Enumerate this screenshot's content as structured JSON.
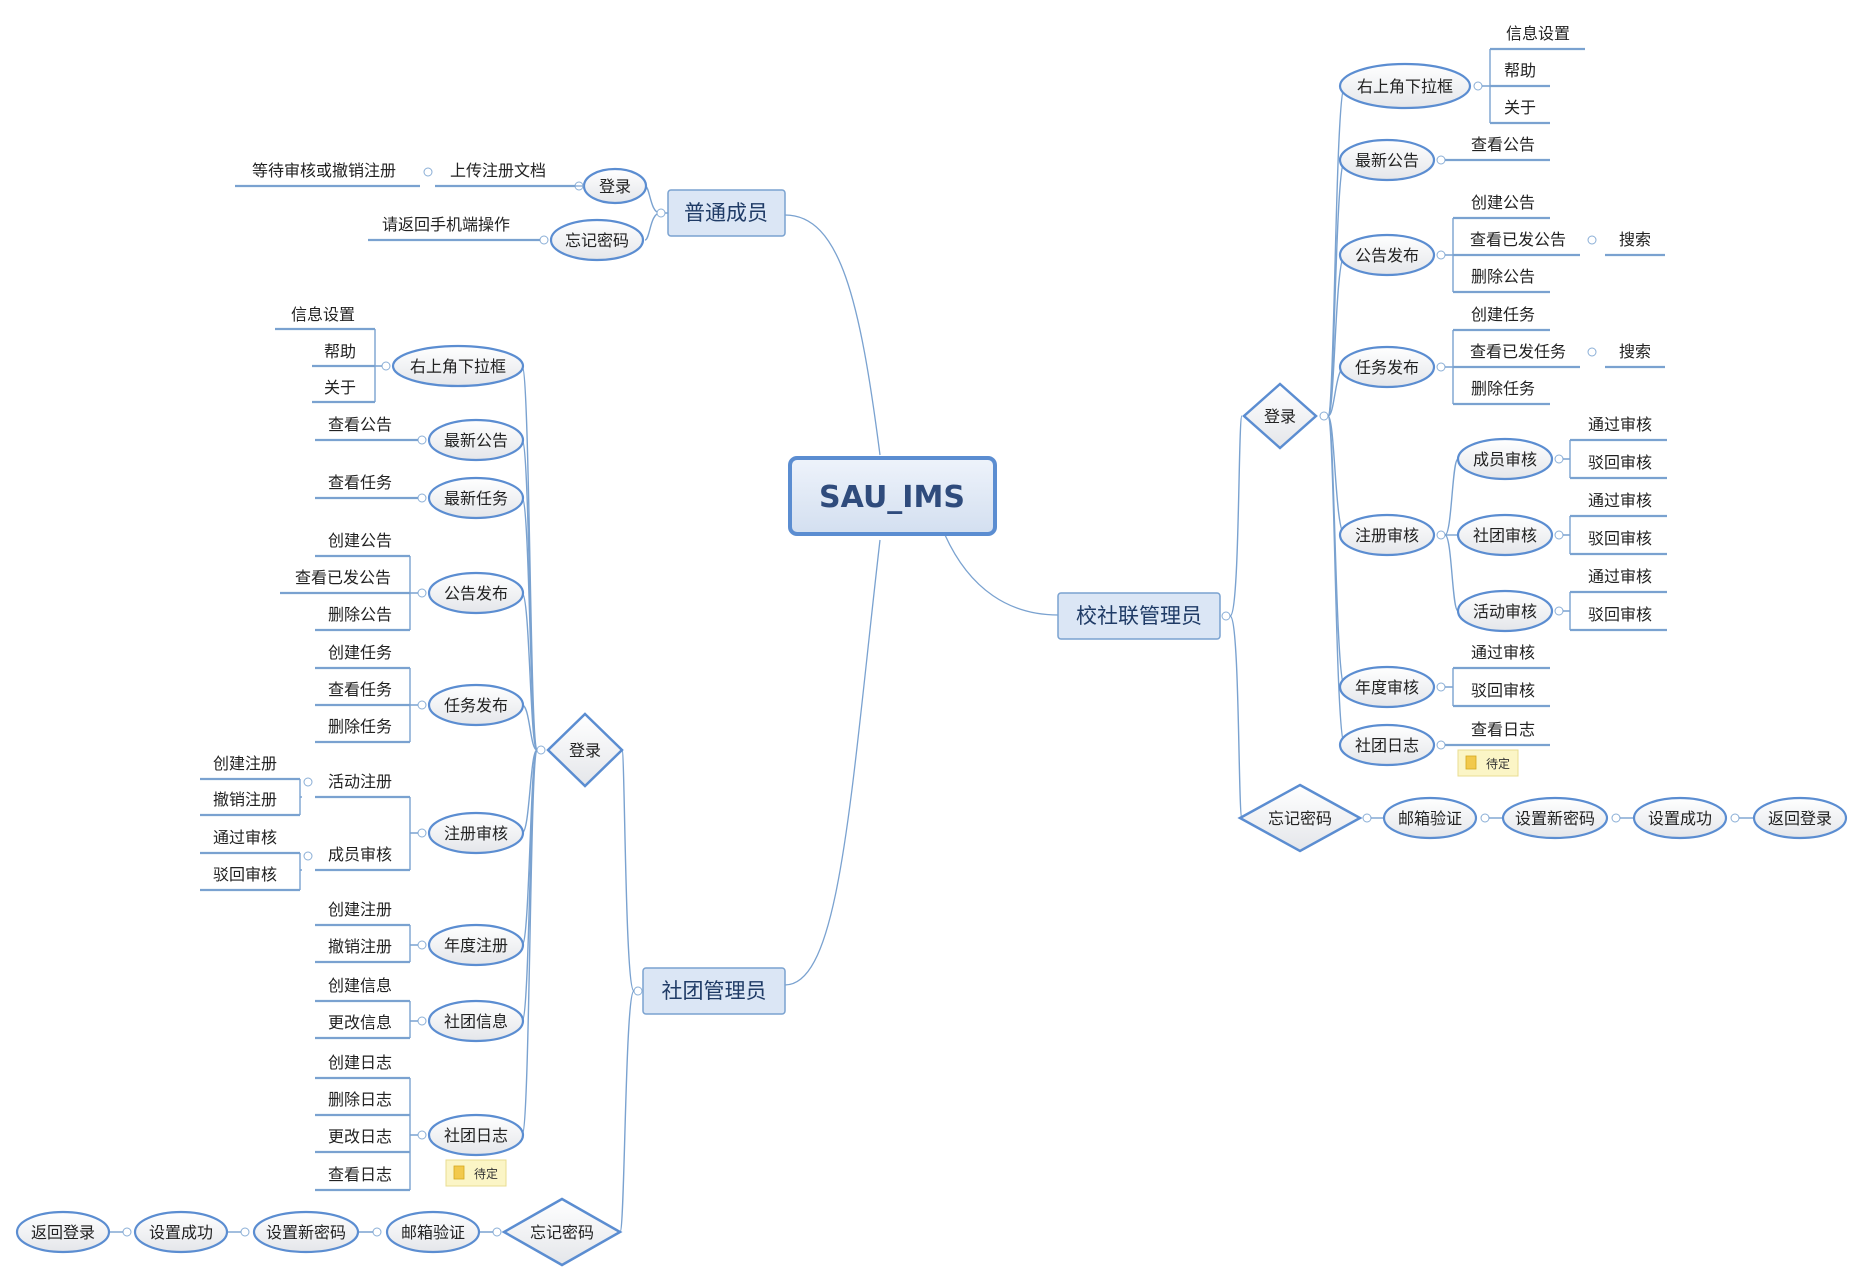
{
  "root": "SAU_IMS",
  "branches": {
    "member": {
      "title": "普通成员",
      "login": "登录",
      "upload_doc": "上传注册文档",
      "wait_review": "等待审核或撤销注册",
      "forgot": "忘记密码",
      "back_to_phone": "请返回手机端操作"
    },
    "union_admin": {
      "title": "校社联管理员",
      "login": "登录",
      "dropdown": {
        "label": "右上角下拉框",
        "items": [
          "信息设置",
          "帮助",
          "关于"
        ]
      },
      "latest_notice": {
        "label": "最新公告",
        "items": [
          "查看公告"
        ]
      },
      "notice_publish": {
        "label": "公告发布",
        "items": [
          "创建公告",
          "查看已发公告",
          "删除公告"
        ],
        "search": "搜索"
      },
      "task_publish": {
        "label": "任务发布",
        "items": [
          "创建任务",
          "查看已发任务",
          "删除任务"
        ],
        "search": "搜索"
      },
      "reg_review": {
        "label": "注册审核",
        "subs": [
          {
            "label": "成员审核",
            "items": [
              "通过审核",
              "驳回审核"
            ]
          },
          {
            "label": "社团审核",
            "items": [
              "通过审核",
              "驳回审核"
            ]
          },
          {
            "label": "活动审核",
            "items": [
              "通过审核",
              "驳回审核"
            ]
          }
        ]
      },
      "annual_review": {
        "label": "年度审核",
        "items": [
          "通过审核",
          "驳回审核"
        ]
      },
      "club_log": {
        "label": "社团日志",
        "items": [
          "查看日志"
        ],
        "note": "待定"
      },
      "forgot": {
        "label": "忘记密码",
        "steps": [
          "邮箱验证",
          "设置新密码",
          "设置成功",
          "返回登录"
        ]
      }
    },
    "club_admin": {
      "title": "社团管理员",
      "login": "登录",
      "dropdown": {
        "label": "右上角下拉框",
        "items": [
          "信息设置",
          "帮助",
          "关于"
        ]
      },
      "latest_notice": {
        "label": "最新公告",
        "items": [
          "查看公告"
        ]
      },
      "latest_task": {
        "label": "最新任务",
        "items": [
          "查看任务"
        ]
      },
      "notice_publish": {
        "label": "公告发布",
        "items": [
          "创建公告",
          "查看已发公告",
          "删除公告"
        ]
      },
      "task_publish": {
        "label": "任务发布",
        "items": [
          "创建任务",
          "查看任务",
          "删除任务"
        ]
      },
      "reg_review": {
        "label": "注册审核",
        "subs": [
          {
            "label": "活动注册",
            "items": [
              "创建注册",
              "撤销注册"
            ]
          },
          {
            "label": "成员审核",
            "items": [
              "通过审核",
              "驳回审核"
            ]
          }
        ]
      },
      "annual_reg": {
        "label": "年度注册",
        "items": [
          "创建注册",
          "撤销注册"
        ]
      },
      "club_info": {
        "label": "社团信息",
        "items": [
          "创建信息",
          "更改信息"
        ]
      },
      "club_log": {
        "label": "社团日志",
        "items": [
          "创建日志",
          "删除日志",
          "更改日志",
          "查看日志"
        ],
        "note": "待定"
      },
      "forgot": {
        "label": "忘记密码",
        "steps": [
          "邮箱验证",
          "设置新密码",
          "设置成功",
          "返回登录"
        ]
      }
    }
  }
}
